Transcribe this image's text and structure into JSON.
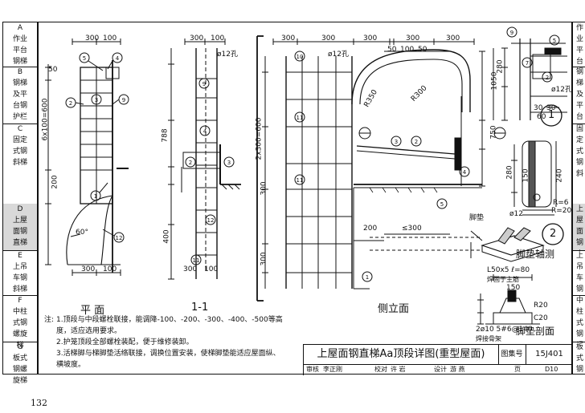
{
  "left_index": [
    {
      "code": "A",
      "label": "作业平台钢梯"
    },
    {
      "code": "B",
      "label": "钢梯及平台钢护栏"
    },
    {
      "code": "C",
      "label": "固定式钢斜梯"
    },
    {
      "code": "D",
      "label": "上屋面钢直梯",
      "selected": true
    },
    {
      "code": "E",
      "label": "上吊车钢斜梯"
    },
    {
      "code": "F",
      "label": "中柱式钢螺旋梯"
    },
    {
      "code": "G",
      "label": "板式钢螺旋梯"
    }
  ],
  "right_index": [
    "作业平台",
    "钢梯及平台",
    "固定式钢斜",
    "上屋面钢直",
    "上吊车钢斜",
    "中柱式钢螺",
    "板式钢螺旋"
  ],
  "views": {
    "plan": "平 面",
    "section": "1-1",
    "elevation": "侧立面",
    "detail_axo": "脚垫轴测",
    "detail_sec": "脚垫剖面",
    "callout1": "1",
    "callout2": "2",
    "foot_pad": "脚垫"
  },
  "dims": {
    "d300": "300",
    "d100": "100",
    "d50": "50",
    "d80": "80",
    "d30": "30",
    "d60": "60",
    "d200": "200",
    "d400": "400",
    "d788": "788",
    "d750": "750",
    "d1050": "1050",
    "d280": "280",
    "d150": "150",
    "d240": "240",
    "d20": "20",
    "d10": "10",
    "d2x": "≤300",
    "d6x": "6x100=600",
    "d2x300": "2x300=600",
    "r350": "R350",
    "r300": "R300",
    "r6": "R=6",
    "r20": "R20",
    "c20": "C20",
    "r": "R=20",
    "ang60": "60°",
    "phi12": "ø12孔",
    "phi12b": "ø12",
    "l50": "L50x5 ℓ=80",
    "l50n": "焊固于主筋",
    "l2": "2ø10 5#6@140",
    "l2n": "焊接骨架",
    "d12": "12"
  },
  "notes": {
    "header": "注:",
    "items": [
      "1.顶段与中段螺栓联接，能调降-100、-200、-300、-400、-500等高",
      "  度，适应选用要求。",
      "2.护笼顶段全部螺栓装配，便于维修装卸。",
      "3.活梯脚与梯脚垫活络联接，调换位置安装，使梯脚垫能适应屋面纵、",
      "  横坡度。"
    ]
  },
  "title_block": {
    "title": "上屋面钢直梯Aa顶段详图(重型屋面)",
    "atlas_label": "图集号",
    "atlas_no": "15J401",
    "review_label": "审核",
    "review_name": "李正刚",
    "check_label": "校对",
    "check_name": "许 岩",
    "design_label": "设计",
    "design_name": "游 燕",
    "page_label": "页",
    "page_no": "D10"
  },
  "page_number": "132"
}
